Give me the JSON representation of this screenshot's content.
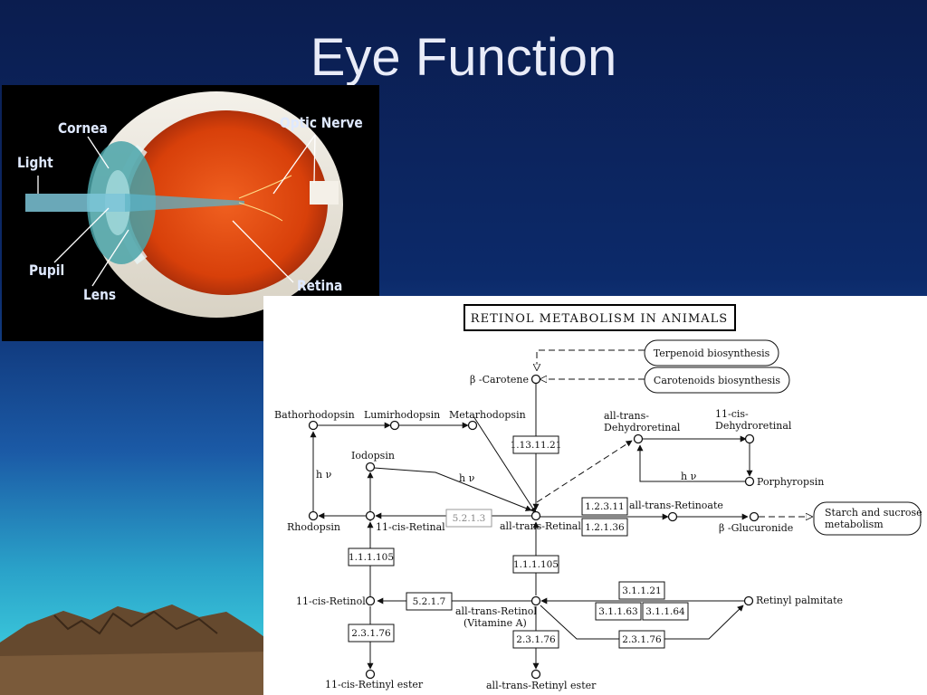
{
  "slide": {
    "title": "Eye Function",
    "background_colors": {
      "top": "#0b1d4f",
      "bottom": "#39c4dc",
      "mountains": "#7a5a3a"
    }
  },
  "eye_figure": {
    "labels": {
      "cornea": "Cornea",
      "optic_nerve": "Optic Nerve",
      "light": "Light",
      "pupil": "Pupil",
      "lens": "Lens",
      "retina": "Retina"
    }
  },
  "pathway": {
    "title": "RETINOL METABOLISM IN ANIMALS",
    "maps": {
      "terpenoid": "Terpenoid biosynthesis",
      "carotenoids": "Carotenoids biosynthesis",
      "starch1": "Starch and sucrose",
      "starch2": "metabolism"
    },
    "compounds": {
      "carotene": "β -Carotene",
      "bathorhodopsin": "Bathorhodopsin",
      "lumirhodopsin": "Lumirhodopsin",
      "metarhodopsin": "Metarhodopsin",
      "iodopsin": "Iodopsin",
      "rhodopsin": "Rhodopsin",
      "cis_retinal": "11-cis-Retinal",
      "trans_retinal": "all-trans-Retinal",
      "trans_dehydro1": "all-trans-",
      "trans_dehydro2": "Dehydroretinal",
      "cis_dehydro1": "11-cis-",
      "cis_dehydro2": "Dehydroretinal",
      "porphyropsin": "Porphyropsin",
      "trans_retinoate": "all-trans-Retinoate",
      "glucuronide": "β -Glucuronide",
      "cis_retinol": "11-cis-Retinol",
      "trans_retinol1": "all-trans-Retinol",
      "trans_retinol2": "(Vitamine A)",
      "retinyl_palmitate": "Retinyl palmitate",
      "cis_retinyl_ester": "11-cis-Retinyl ester",
      "trans_retinyl_ester": "all-trans-Retinyl ester"
    },
    "light_labels": {
      "hv1": "h ν",
      "hv2": "h ν",
      "hv3": "h ν"
    },
    "enzymes": {
      "e1_13_11_21": "1.13.11.21",
      "e5_2_1_3": "5.2.1.3",
      "e1_2_3_11": "1.2.3.11",
      "e1_2_1_36": "1.2.1.36",
      "e1_1_1_105_left": "1.1.1.105",
      "e1_1_1_105_mid": "1.1.1.105",
      "e5_2_1_7": "5.2.1.7",
      "e3_1_1_21": "3.1.1.21",
      "e3_1_1_63": "3.1.1.63",
      "e3_1_1_64": "3.1.1.64",
      "e2_3_1_76_left": "2.3.1.76",
      "e2_3_1_76_mid": "2.3.1.76",
      "e2_3_1_76_right": "2.3.1.76"
    }
  }
}
